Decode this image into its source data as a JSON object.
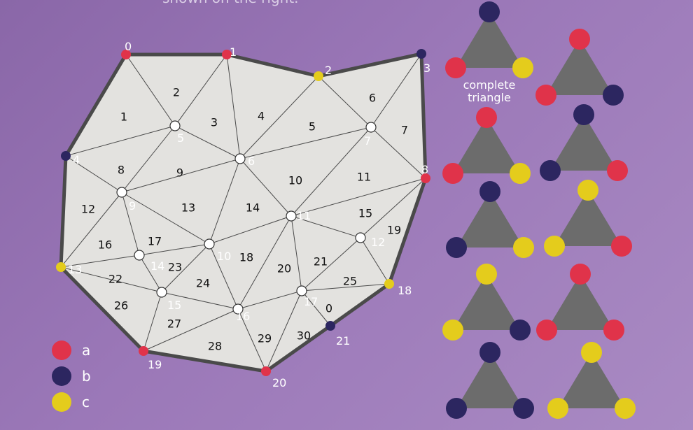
{
  "top_text": "shown on the right.",
  "colors": {
    "a": "#e0334a",
    "b": "#2c2660",
    "c": "#e4cc1c",
    "interior": "#ffffff",
    "face_fill": "#e3e2df",
    "edge": "#4a4a4a",
    "boundary": "#4a4a4a",
    "sample_triangle": "#6c6c6c"
  },
  "vertices": [
    {
      "id": "0",
      "label": "0",
      "color": "a"
    },
    {
      "id": "1",
      "label": "1",
      "color": "a"
    },
    {
      "id": "2",
      "label": "2",
      "color": "c"
    },
    {
      "id": "3",
      "label": "3",
      "color": "b"
    },
    {
      "id": "4",
      "label": "4",
      "color": "b"
    },
    {
      "id": "5",
      "label": "5",
      "color": "interior"
    },
    {
      "id": "6",
      "label": "6",
      "color": "interior"
    },
    {
      "id": "7",
      "label": "7",
      "color": "interior"
    },
    {
      "id": "8",
      "label": "8",
      "color": "a"
    },
    {
      "id": "9",
      "label": "9",
      "color": "interior"
    },
    {
      "id": "10",
      "label": "10",
      "color": "interior"
    },
    {
      "id": "11",
      "label": "11",
      "color": "interior"
    },
    {
      "id": "12",
      "label": "12",
      "color": "interior"
    },
    {
      "id": "13",
      "label": "13",
      "color": "c"
    },
    {
      "id": "14",
      "label": "14",
      "color": "interior"
    },
    {
      "id": "15",
      "label": "15",
      "color": "interior"
    },
    {
      "id": "16",
      "label": "16",
      "color": "interior"
    },
    {
      "id": "17",
      "label": "17",
      "color": "interior"
    },
    {
      "id": "18",
      "label": "18",
      "color": "c"
    },
    {
      "id": "19",
      "label": "19",
      "color": "a"
    },
    {
      "id": "20",
      "label": "20",
      "color": "a"
    },
    {
      "id": "21",
      "label": "21",
      "color": "b"
    }
  ],
  "boundary_cycle": [
    "0",
    "1",
    "2",
    "3",
    "8",
    "18",
    "21",
    "20",
    "19",
    "13",
    "4"
  ],
  "edges": [
    [
      "0",
      "5"
    ],
    [
      "1",
      "5"
    ],
    [
      "4",
      "5"
    ],
    [
      "1",
      "6"
    ],
    [
      "5",
      "6"
    ],
    [
      "2",
      "6"
    ],
    [
      "2",
      "7"
    ],
    [
      "3",
      "7"
    ],
    [
      "6",
      "7"
    ],
    [
      "7",
      "8"
    ],
    [
      "4",
      "9"
    ],
    [
      "5",
      "9"
    ],
    [
      "6",
      "9"
    ],
    [
      "9",
      "10"
    ],
    [
      "6",
      "10"
    ],
    [
      "6",
      "11"
    ],
    [
      "7",
      "11"
    ],
    [
      "8",
      "11"
    ],
    [
      "10",
      "11"
    ],
    [
      "9",
      "13"
    ],
    [
      "9",
      "14"
    ],
    [
      "13",
      "14"
    ],
    [
      "10",
      "14"
    ],
    [
      "11",
      "12"
    ],
    [
      "8",
      "12"
    ],
    [
      "12",
      "18"
    ],
    [
      "11",
      "17"
    ],
    [
      "12",
      "17"
    ],
    [
      "17",
      "18"
    ],
    [
      "10",
      "16"
    ],
    [
      "11",
      "16"
    ],
    [
      "16",
      "17"
    ],
    [
      "13",
      "15"
    ],
    [
      "14",
      "15"
    ],
    [
      "10",
      "15"
    ],
    [
      "15",
      "16"
    ],
    [
      "15",
      "19"
    ],
    [
      "16",
      "19"
    ],
    [
      "16",
      "20"
    ],
    [
      "17",
      "20"
    ],
    [
      "17",
      "21"
    ]
  ],
  "face_labels": [
    "0",
    "1",
    "2",
    "3",
    "4",
    "5",
    "6",
    "7",
    "8",
    "9",
    "10",
    "11",
    "12",
    "13",
    "14",
    "15",
    "16",
    "17",
    "18",
    "19",
    "20",
    "21",
    "22",
    "23",
    "24",
    "25",
    "26",
    "27",
    "28",
    "29",
    "30"
  ],
  "legend": [
    {
      "color": "a",
      "label": "a"
    },
    {
      "color": "b",
      "label": "b"
    },
    {
      "color": "c",
      "label": "c"
    }
  ],
  "complete_triangle_label": [
    "complete",
    "triangle"
  ],
  "sample_triangles": [
    [
      "b",
      "a",
      "c"
    ],
    [
      "a",
      "a",
      "b"
    ],
    [
      "a",
      "a",
      "c"
    ],
    [
      "b",
      "b",
      "a"
    ],
    [
      "b",
      "b",
      "c"
    ],
    [
      "c",
      "c",
      "a"
    ],
    [
      "c",
      "c",
      "b"
    ],
    [
      "a",
      "a",
      "a"
    ],
    [
      "b",
      "b",
      "b"
    ],
    [
      "c",
      "c",
      "c"
    ]
  ]
}
